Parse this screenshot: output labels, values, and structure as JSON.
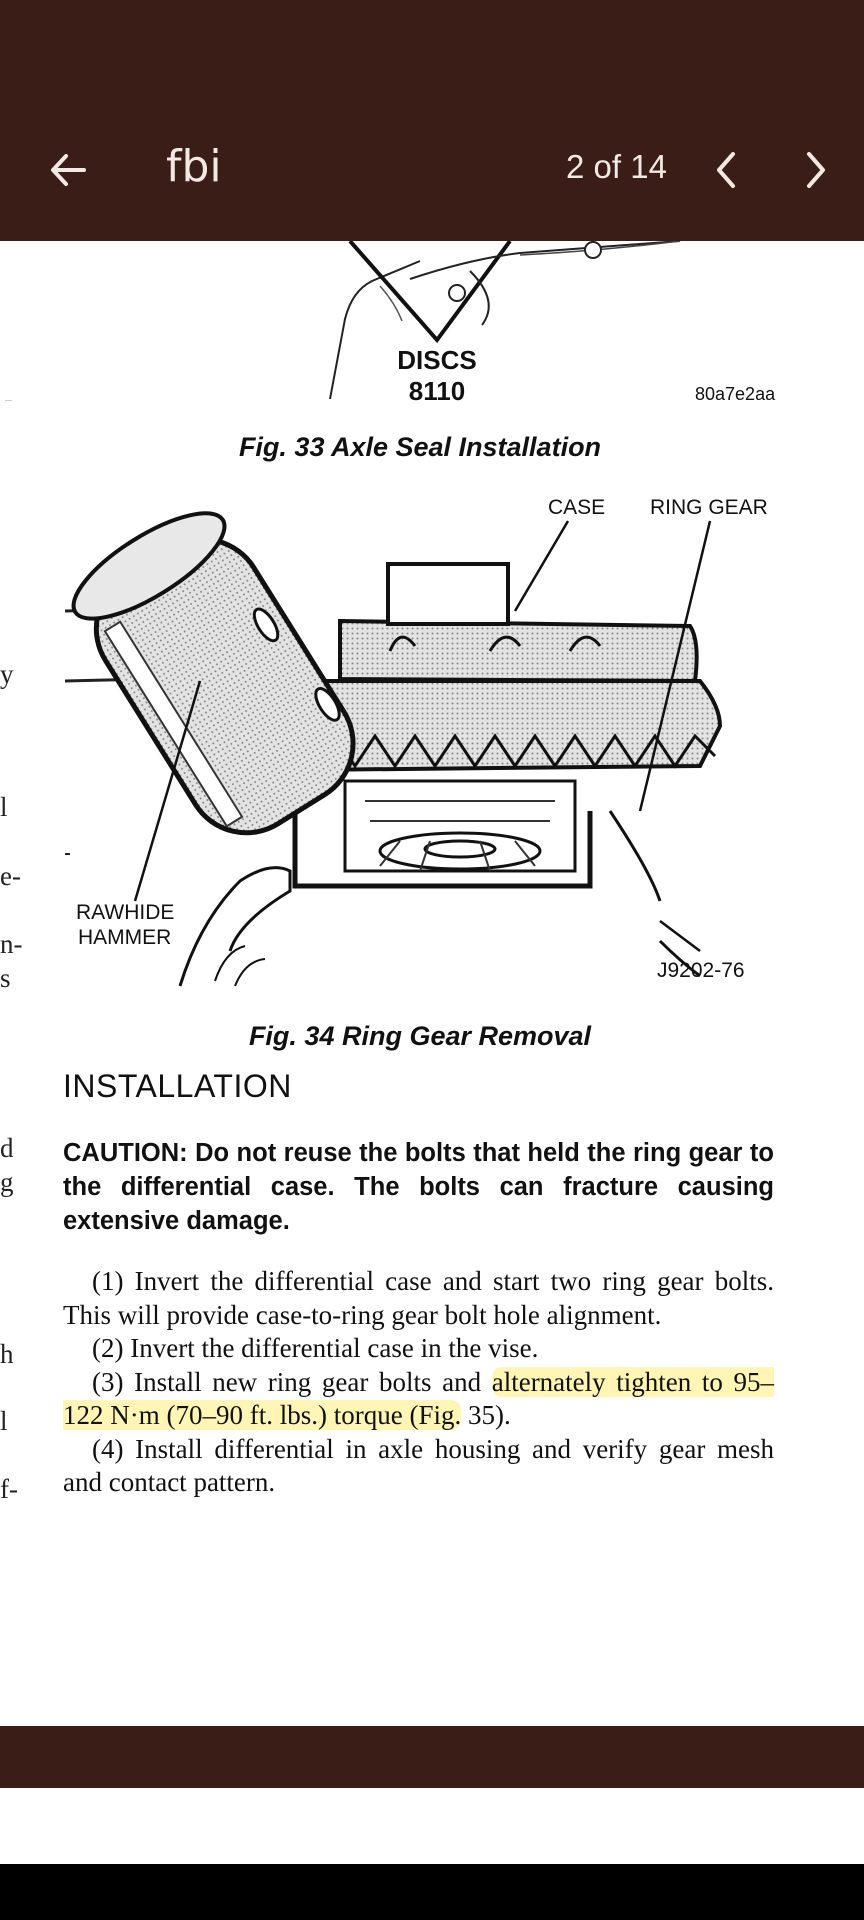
{
  "app": {
    "title": "fbi",
    "page_indicator": "2 of 14"
  },
  "document": {
    "fig33": {
      "label_discs": "DISCS",
      "label_tool": "8110",
      "code": "80a7e2aa",
      "caption": "Fig. 33 Axle Seal Installation"
    },
    "fig34": {
      "label_case": "CASE",
      "label_ring_gear": "RING GEAR",
      "label_hammer_1": "RAWHIDE",
      "label_hammer_2": "HAMMER",
      "code": "J9202-76",
      "caption": "Fig. 34 Ring Gear Removal"
    },
    "left_edge_chars": [
      "y",
      "l",
      "e-",
      "n-",
      "s",
      "d",
      "g",
      "h",
      "l",
      "f-"
    ],
    "heading": "INSTALLATION",
    "caution": "CAUTION:  Do not reuse the bolts that held the ring gear to the differential case. The bolts can fracture causing extensive damage.",
    "steps": {
      "s1": "(1) Invert the differential case and start two ring gear bolts. This will provide case-to-ring gear bolt hole alignment.",
      "s2": "(2) Invert the differential case in the vise.",
      "s3_a": "(3) Install new ring gear bolts and ",
      "s3_b": "alternately tighten to 95–122 N·m (70–90 ft. lbs.) torque (Fig.",
      "s3_c": " 35).",
      "s4": "(4) Install differential in axle housing and verify gear mesh and contact pattern."
    }
  },
  "colors": {
    "bar": "#3a1d16",
    "bar_text": "#f3e9e4",
    "highlight": "#ffec78"
  },
  "icons": {
    "back": "arrow-left-icon",
    "prev": "chevron-left-icon",
    "next": "chevron-right-icon"
  }
}
